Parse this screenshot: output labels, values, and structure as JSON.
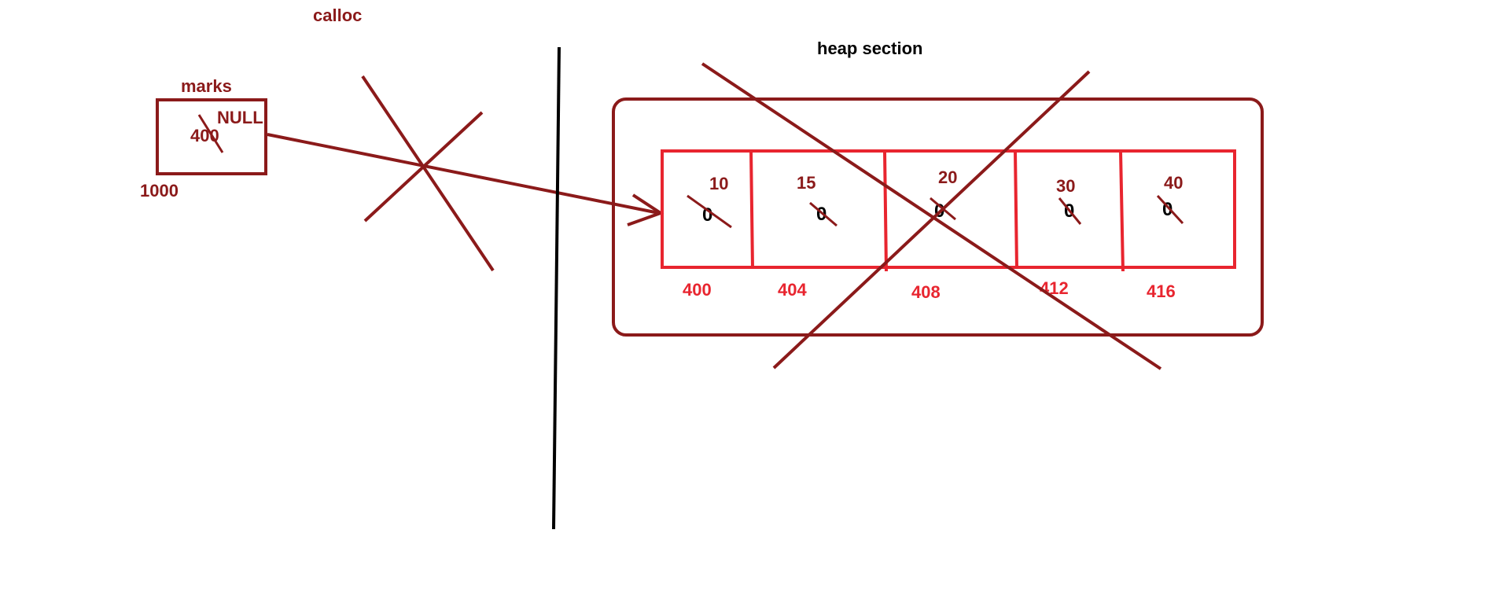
{
  "title": "calloc",
  "heap_label": "heap section",
  "pointer": {
    "name": "marks",
    "initial_value": "NULL",
    "value": "400",
    "address": "1000"
  },
  "cells": [
    {
      "value": "10",
      "initial": "0",
      "address": "400"
    },
    {
      "value": "15",
      "initial": "0",
      "address": "404"
    },
    {
      "value": "20",
      "initial": "0",
      "address": "408"
    },
    {
      "value": "30",
      "initial": "0",
      "address": "412"
    },
    {
      "value": "40",
      "initial": "0",
      "address": "416"
    }
  ],
  "colors": {
    "dark_red": "#8b1a1a",
    "red": "#e8252f",
    "black": "#000000"
  }
}
